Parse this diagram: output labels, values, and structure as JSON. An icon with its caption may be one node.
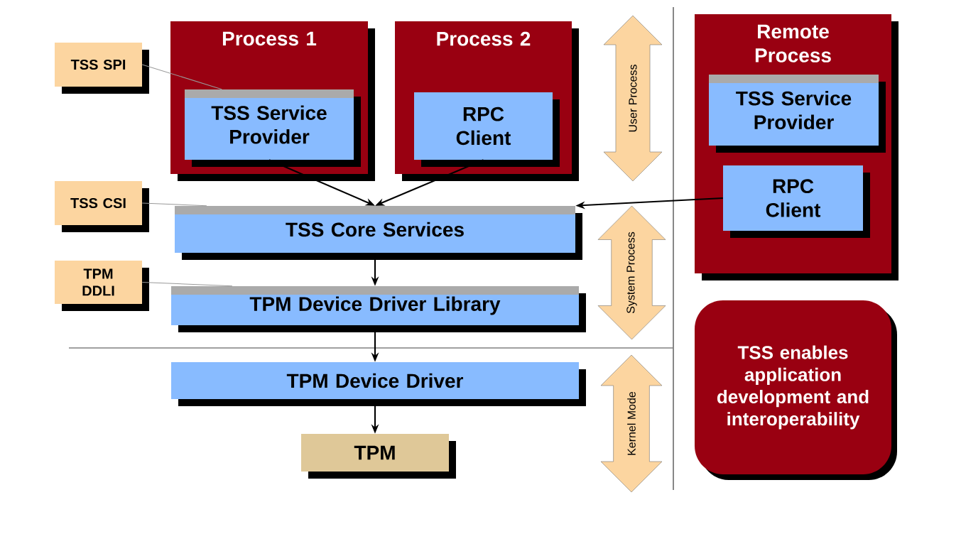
{
  "diagram": {
    "nodes": [
      {
        "text": [
          "Process 1"
        ]
      },
      {
        "text": [
          "TSS Service Provider"
        ],
        "in": 0
      },
      {
        "text": [
          "Process 2"
        ]
      },
      {
        "text": [
          "RPC Client"
        ],
        "in": 2
      },
      {
        "text": [
          "Remote Process"
        ]
      },
      {
        "text": [
          "TSS Service Provider"
        ],
        "in": 4
      },
      {
        "text": [
          "RPC Client"
        ],
        "in": 4
      },
      {
        "text": [
          "TSS SPI"
        ]
      },
      {
        "text": [
          "TSS CSI"
        ]
      },
      {
        "text": [
          "TPM DDLI"
        ]
      },
      {
        "text": [
          "TSS Core Services"
        ]
      },
      {
        "text": [
          "TPM Device Driver Library"
        ]
      },
      {
        "text": [
          "TPM Device Driver"
        ]
      },
      {
        "text": [
          "TPM"
        ]
      },
      {
        "text": [
          "TSS enables application development and interoperability"
        ]
      },
      {
        "text": [
          "User Process"
        ]
      },
      {
        "text": [
          "System Process"
        ]
      },
      {
        "text": [
          "Kernel Mode"
        ]
      }
    ],
    "edges": [
      {
        "from": 1,
        "to": 10,
        "arrow": "to"
      },
      {
        "from": 3,
        "to": 10,
        "arrow": "to"
      },
      {
        "from": 6,
        "to": 10,
        "arrow": "to"
      },
      {
        "from": 10,
        "to": 11,
        "arrow": "to"
      },
      {
        "from": 11,
        "to": 12,
        "arrow": "to"
      },
      {
        "from": 12,
        "to": 13,
        "arrow": "to"
      },
      {
        "from": 7,
        "to": 1,
        "arrow": "none",
        "color": "#999999"
      },
      {
        "from": 8,
        "to": 10,
        "arrow": "none",
        "color": "#999999"
      },
      {
        "from": 9,
        "to": 11,
        "arrow": "none",
        "color": "#999999"
      }
    ]
  }
}
